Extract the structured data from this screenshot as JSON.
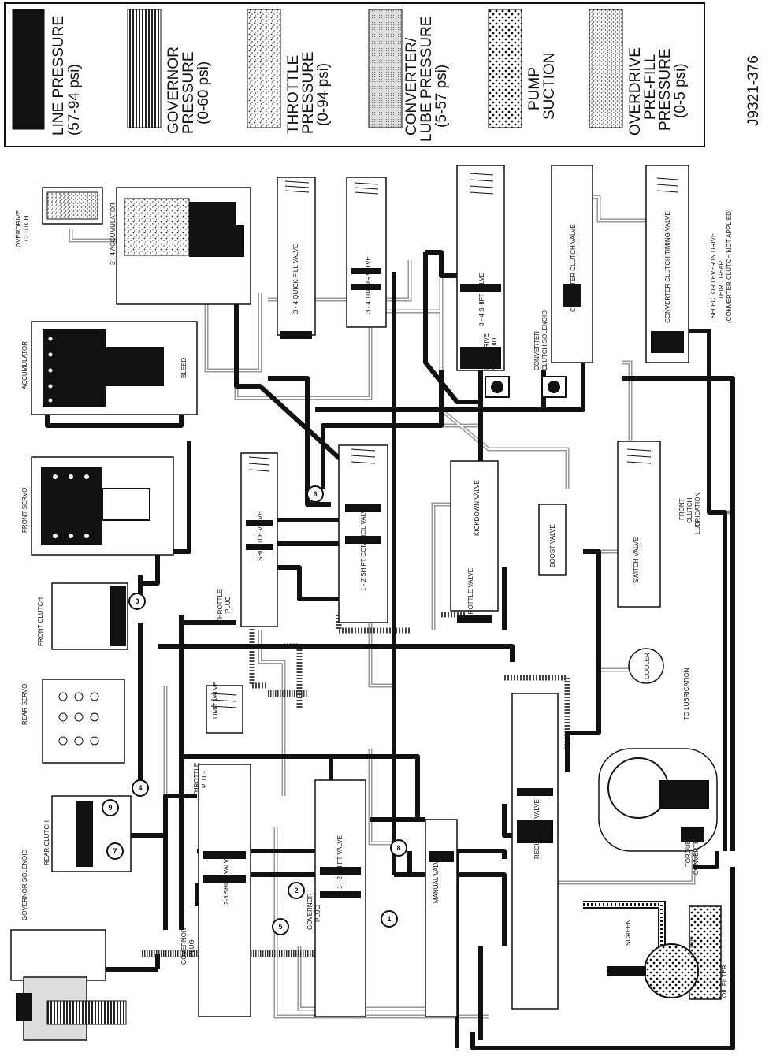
{
  "figure_id": "J9321-376",
  "legend": [
    {
      "line1": "LINE PRESSURE",
      "line2": "(57-94 psi)",
      "line3": ""
    },
    {
      "line1": "GOVERNOR",
      "line2": "PRESSURE",
      "line3": "(0-60 psi)"
    },
    {
      "line1": "THROTTLE",
      "line2": "PRESSURE",
      "line3": "(0-94 psi)"
    },
    {
      "line1": "CONVERTER/",
      "line2": "LUBE PRESSURE",
      "line3": "(5-57 psi)"
    },
    {
      "line1": "PUMP",
      "line2": "SUCTION",
      "line3": ""
    },
    {
      "line1": "OVERDRIVE",
      "line2": "PRE-FILL",
      "line3": "PRESSURE",
      "line4": "(0-5 psi)"
    }
  ],
  "components": {
    "overdrive_clutch": [
      "OVERDRIVE",
      "CLUTCH"
    ],
    "accumulator_34": "3 - 4 ACCUMULATOR",
    "accumulator": "ACCUMULATOR",
    "bleed": "BLEED",
    "front_servo": "FRONT SERVO",
    "front_clutch": "FRONT CLUTCH",
    "rear_servo": "REAR SERVO",
    "rear_clutch": "REAR CLUTCH",
    "governor_solenoid": "GOVERNOR SOLENOID",
    "quick_fill_valve": "3 - 4 QUICK FILL VALVE",
    "timing_valve_34": "3 - 4 TIMING VALVE",
    "shift_valve_34": "3 - 4 SHIFT VALVE",
    "overdrive_solenoid": [
      "OVERDRIVE",
      "SOLENOID"
    ],
    "converter_clutch_solenoid": [
      "CONVERTER",
      "CLUTCH SOLENOID"
    ],
    "converter_clutch_valve": "CONVERTER CLUTCH VALVE",
    "converter_clutch_timing_valve": "CONVERTER CLUTCH TIMING VALVE",
    "selector_note": [
      "SELECTOR LEVER IN DRIVE",
      "THIRD GEAR",
      "(CONVERTER CLUTCH NOT APPLIED)"
    ],
    "shuttle_valve": "SHUTTLE VALVE",
    "throttle_plug": [
      "THROTTLE",
      "PLUG"
    ],
    "shift_control_valve_12": "1 - 2 SHIFT CONTROL VALVE",
    "kickdown_valve": "KICKDOWN VALVE",
    "throttle_valve": "THROTTLE VALVE",
    "boost_valve": "BOOST VALVE",
    "switch_valve": "SWITCH VALVE",
    "front_clutch_lubrication": [
      "FRONT",
      "CLUTCH",
      "LUBRICATION"
    ],
    "cooler": "COOLER",
    "to_lubrication": "TO LUBRICATION",
    "limit_valve": "LIMIT VALVE",
    "throttle_plug_2": [
      "THROTTLE",
      "PLUG"
    ],
    "shift_valve_23": "2-3 SHIFT VALVE",
    "shift_valve_12": "1 - 2 SHIFT VALVE",
    "governor_plug_1": [
      "GOVERNOR",
      "PLUG"
    ],
    "governor_plug_2": [
      "GOVERNOR",
      "PLUG"
    ],
    "manual_valve": "MANUAL VALVE",
    "regulator_valve": "REGULATOR VALVE",
    "torque_converter": [
      "TORQUE",
      "CONVERTER"
    ],
    "screen": "SCREEN",
    "pump": "PUMP",
    "oil_filter": "OIL FILTER"
  },
  "checkballs": [
    "1",
    "2",
    "3",
    "4",
    "5",
    "6",
    "7",
    "8",
    "9"
  ]
}
